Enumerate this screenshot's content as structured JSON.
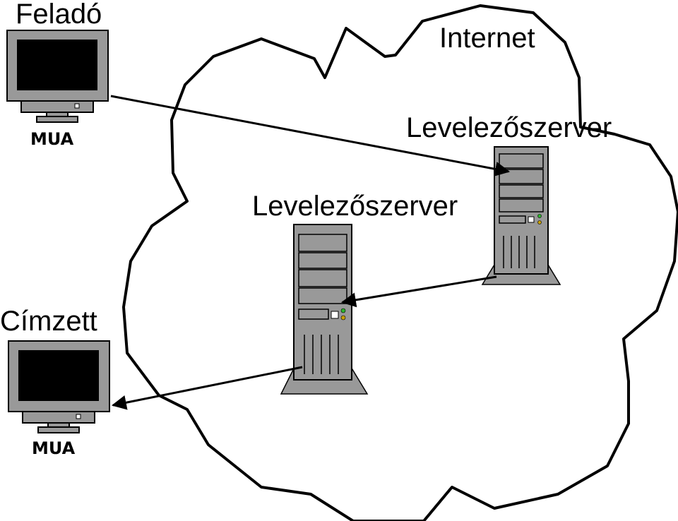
{
  "labels": {
    "sender": "Feladó",
    "recipient": "Címzett",
    "internet": "Internet",
    "server_right": "Levelezőszerver",
    "server_center": "Levelezőszerver",
    "mua_top": "MUA",
    "mua_bottom": "MUA"
  },
  "colors": {
    "line": "#000000",
    "device_gray": "#999999",
    "screen": "#000000",
    "led_green": "#2db52d",
    "led_yellow": "#c8a000"
  },
  "icons": [
    "monitor-icon",
    "server-tower-icon",
    "arrow-icon",
    "cloud-outline"
  ]
}
